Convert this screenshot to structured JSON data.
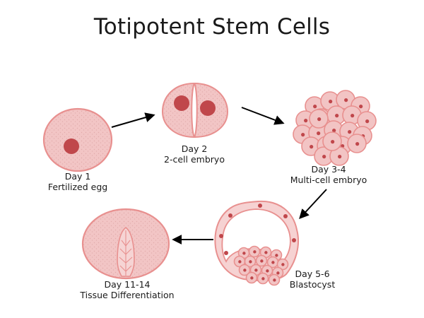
{
  "title": "Totipotent Stem Cells",
  "stages": [
    {
      "day": "Day 1",
      "name": "Fertilized egg"
    },
    {
      "day": "Day 2",
      "name": "2-cell embryo"
    },
    {
      "day": "Day 3-4",
      "name": "Multi-cell embryo"
    },
    {
      "day": "Day 5-6",
      "name": "Blastocyst"
    },
    {
      "day": "Day 11-14",
      "name": "Tissue Differentiation"
    }
  ],
  "colors": {
    "cell_fill": "#f2c4c4",
    "cell_outline": "#e8908f",
    "nucleus": "#c0474b",
    "arrow": "#000000"
  }
}
